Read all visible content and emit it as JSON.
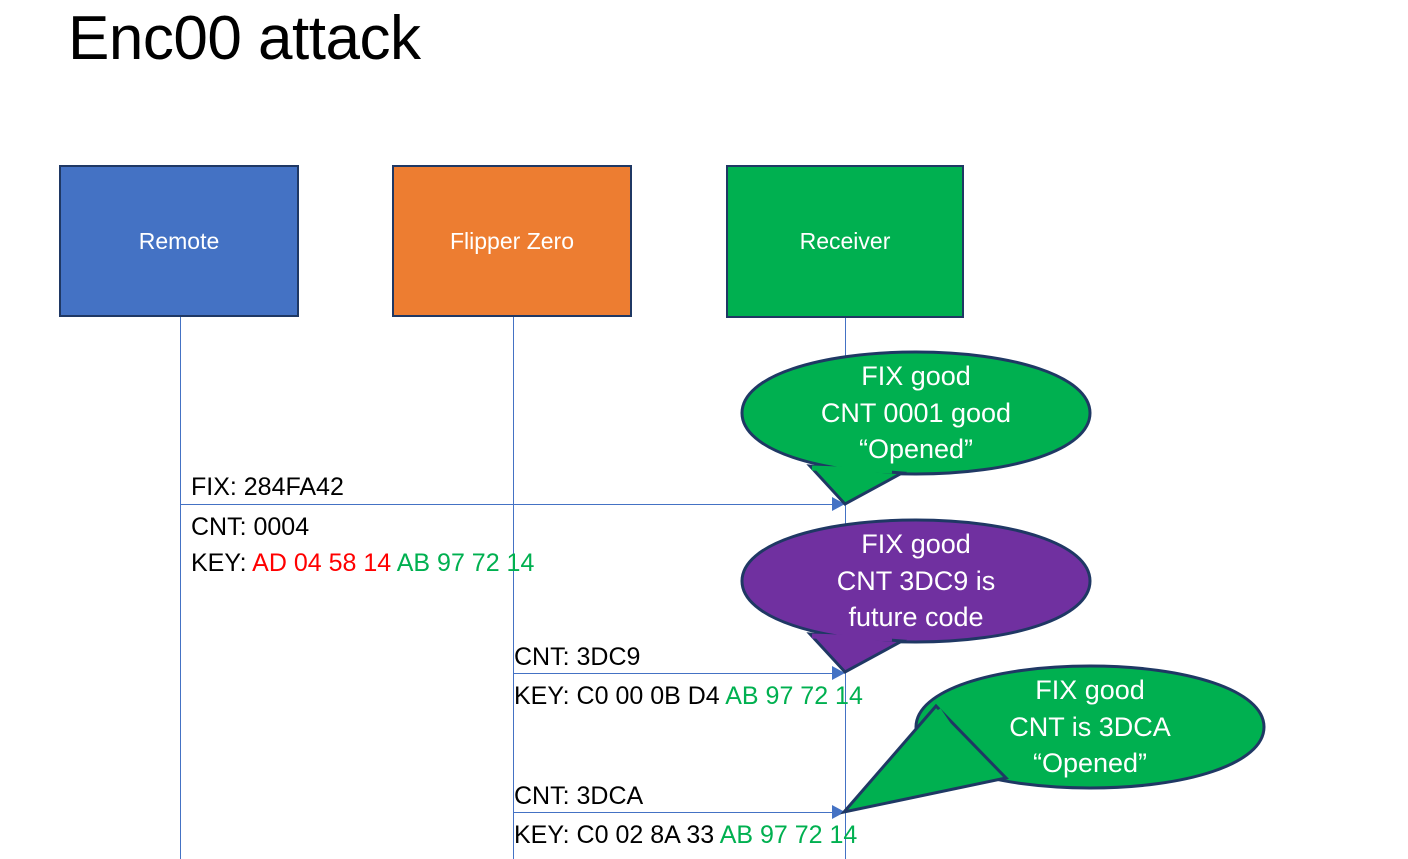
{
  "slide": {
    "title": "Enc00 attack",
    "background": "#ffffff"
  },
  "colors": {
    "remote_blue": "#4472C4",
    "flipper_orange": "#ED7D31",
    "receiver_green": "#00B050",
    "callout_purple": "#7030A0",
    "box_border": "#1F3864",
    "lifeline_blue": "#4472C4",
    "hex_red": "#FF0000",
    "hex_green": "#00B050",
    "text_black": "#000000"
  },
  "actors": [
    {
      "id": "remote",
      "label": "Remote",
      "fill": "#4472C4"
    },
    {
      "id": "flipper",
      "label": "Flipper Zero",
      "fill": "#ED7D31"
    },
    {
      "id": "receiver",
      "label": "Receiver",
      "fill": "#00B050"
    }
  ],
  "messages": [
    {
      "id": "msg-1",
      "from": "remote",
      "to": "receiver",
      "lines": [
        {
          "label": "FIX: 284FA42",
          "segments": [
            {
              "text": "FIX: 284FA42",
              "color": "black"
            }
          ]
        },
        {
          "label": "CNT: 0004",
          "segments": [
            {
              "text": "CNT: 0004",
              "color": "black"
            }
          ]
        },
        {
          "label": "KEY: AD 04 58 14 AB 97 72 14",
          "segments": [
            {
              "text": "KEY: ",
              "color": "black"
            },
            {
              "text": "AD 04 58 14",
              "color": "red"
            },
            {
              "text": " ",
              "color": "black"
            },
            {
              "text": "AB 97 72 14",
              "color": "green"
            }
          ]
        }
      ]
    },
    {
      "id": "msg-2",
      "from": "flipper",
      "to": "receiver",
      "lines": [
        {
          "label": "CNT: 3DC9",
          "segments": [
            {
              "text": "CNT: 3DC9",
              "color": "black"
            }
          ]
        },
        {
          "label": "KEY: C0 00 0B D4 AB 97 72 14",
          "segments": [
            {
              "text": "KEY: C0 00 0B D4 ",
              "color": "black"
            },
            {
              "text": "AB 97 72 14",
              "color": "green"
            }
          ]
        }
      ]
    },
    {
      "id": "msg-3",
      "from": "flipper",
      "to": "receiver",
      "lines": [
        {
          "label": "CNT: 3DCA",
          "segments": [
            {
              "text": "CNT: 3DCA",
              "color": "black"
            }
          ]
        },
        {
          "label": "KEY: C0 02 8A 33 AB 97 72 14",
          "segments": [
            {
              "text": "KEY: C0 02 8A 33 ",
              "color": "black"
            },
            {
              "text": "AB 97 72 14",
              "color": "green"
            }
          ]
        }
      ]
    }
  ],
  "callouts": [
    {
      "id": "callout-1",
      "fill": "#00B050",
      "lines": [
        "FIX good",
        "CNT 0001 good",
        "“Opened”"
      ]
    },
    {
      "id": "callout-2",
      "fill": "#7030A0",
      "lines": [
        "FIX good",
        "CNT 3DC9 is",
        "future code"
      ]
    },
    {
      "id": "callout-3",
      "fill": "#00B050",
      "lines": [
        "FIX good",
        "CNT is 3DCA",
        "“Opened”"
      ]
    }
  ]
}
